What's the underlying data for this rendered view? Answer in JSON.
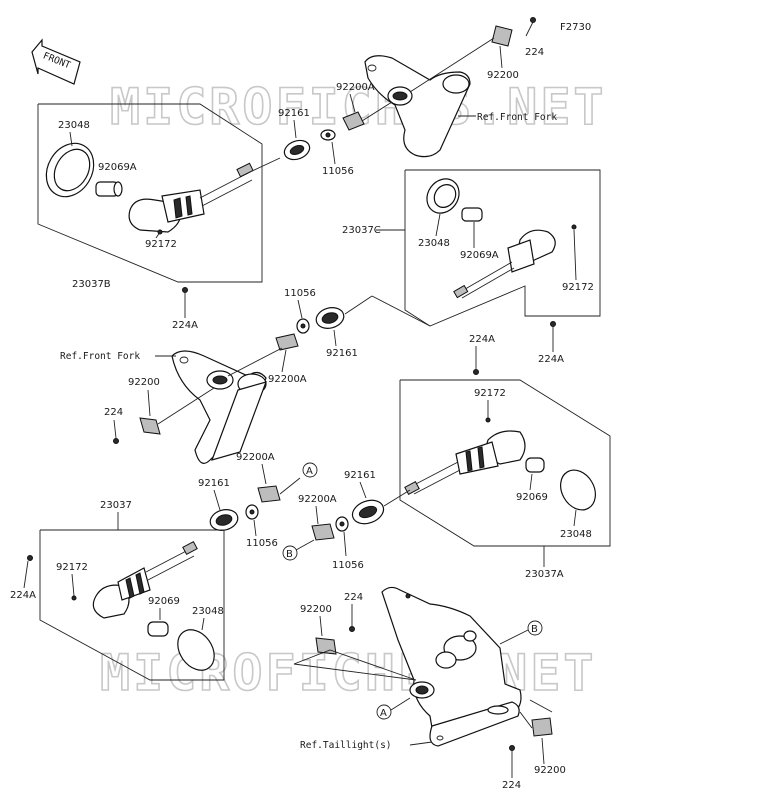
{
  "figure_code": "F2730",
  "front_badge": "FRONT",
  "watermark": "MICROFICHES.NET",
  "refs": {
    "front_fork_1": "Ref.Front Fork",
    "front_fork_2": "Ref.Front Fork",
    "taillight": "Ref.Taillight(s)"
  },
  "circle_labels": {
    "a": "A",
    "b": "B"
  },
  "labels": {
    "p224_top": "224",
    "p92200_top": "92200",
    "p92200A_top": "92200A",
    "p92161_top": "92161",
    "p11056_top": "11056",
    "p23048_tl": "23048",
    "p92069A_tl": "92069A",
    "p92172_tl": "92172",
    "p23037B": "23037B",
    "p224A_tl": "224A",
    "p23037C": "23037C",
    "p23048_r": "23048",
    "p92069A_r": "92069A",
    "p92172_r": "92172",
    "p224A_r": "224A",
    "p11056_mid": "11056",
    "p92161_mid": "92161",
    "p92200A_mid": "92200A",
    "p92200_mid": "92200",
    "p224_mid": "224",
    "p224A_mr": "224A",
    "p92172_mr": "92172",
    "p92161_mr": "92161",
    "p92069_mr": "92069",
    "p23048_mr": "23048",
    "p23037A": "23037A",
    "p92200A_c": "92200A",
    "p92161_c": "92161",
    "p11056_c": "11056",
    "p92200A_c2": "92200A",
    "p11056_c2": "11056",
    "p23037": "23037",
    "p224A_bl": "224A",
    "p92172_bl": "92172",
    "p92069_bl": "92069",
    "p23048_bl": "23048",
    "p92200_b": "92200",
    "p224_b": "224",
    "p224_br": "224",
    "p92200_br": "92200"
  }
}
